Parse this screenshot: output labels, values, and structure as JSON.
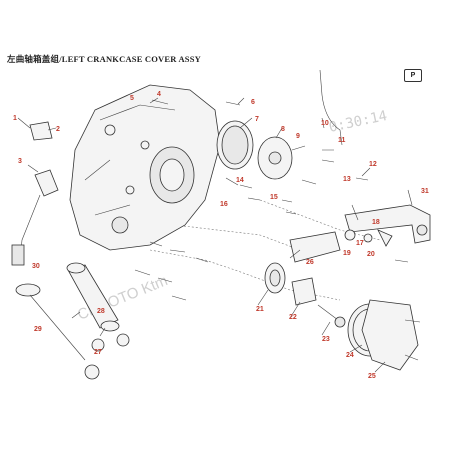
{
  "header": {
    "title": "左曲轴箱盖组/LEFT CRANKCASE COVER ASSY",
    "badge": "P"
  },
  "watermark": {
    "text": "CFMOTO Ktm",
    "timestamp": "0:30:14"
  },
  "callouts": [
    "1",
    "2",
    "3",
    "4",
    "5",
    "6",
    "7",
    "8",
    "9",
    "10",
    "11",
    "12",
    "13",
    "14",
    "15",
    "16",
    "17",
    "18",
    "19",
    "20",
    "21",
    "22",
    "23",
    "24",
    "25",
    "26",
    "27",
    "28",
    "29",
    "30",
    "31"
  ]
}
